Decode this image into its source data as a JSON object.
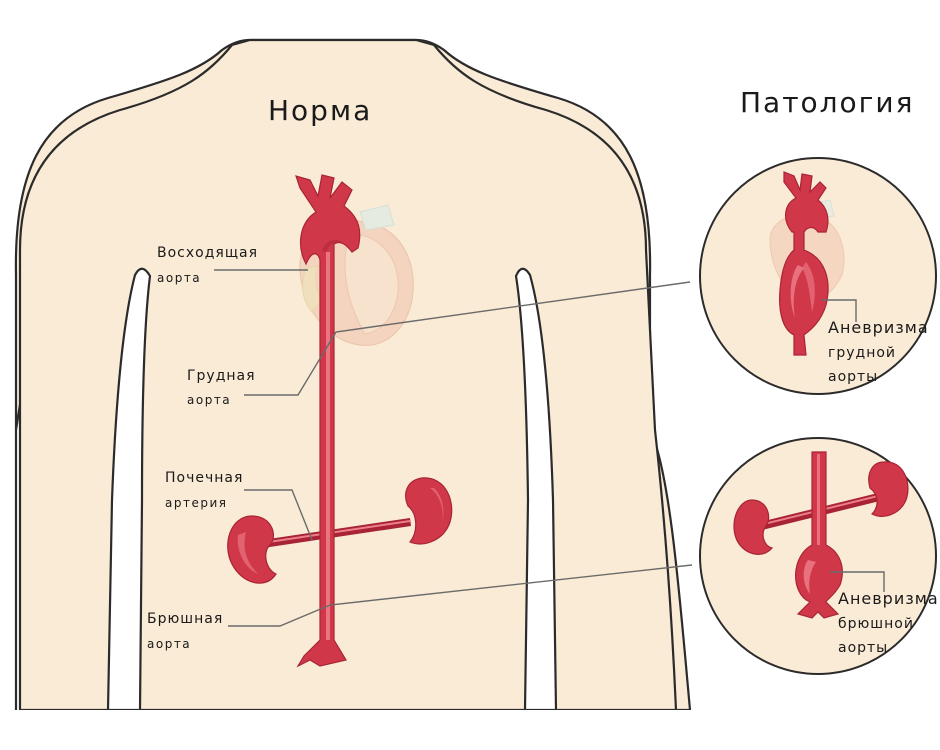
{
  "titles": {
    "normal": "Норма",
    "pathology": "Патология"
  },
  "labels": {
    "ascending_aorta": [
      "Восходящая",
      "аорта"
    ],
    "thoracic_aorta": [
      "Грудная",
      "аорта"
    ],
    "renal_artery": [
      "Почечная",
      "артерия"
    ],
    "abdominal_aorta": [
      "Брюшная",
      "аорта"
    ],
    "thoracic_aneurysm": [
      "Аневризма",
      "грудной",
      "аорты"
    ],
    "abdominal_aneurysm": [
      "Аневризма",
      "брюшной",
      "аорты"
    ]
  },
  "colors": {
    "skin": "#faebd6",
    "skin_outline": "#2b2b2b",
    "artery": "#d0384a",
    "artery_dark": "#a82435",
    "artery_light": "#ee7f8a",
    "heart": "#f3c9b5"
  }
}
